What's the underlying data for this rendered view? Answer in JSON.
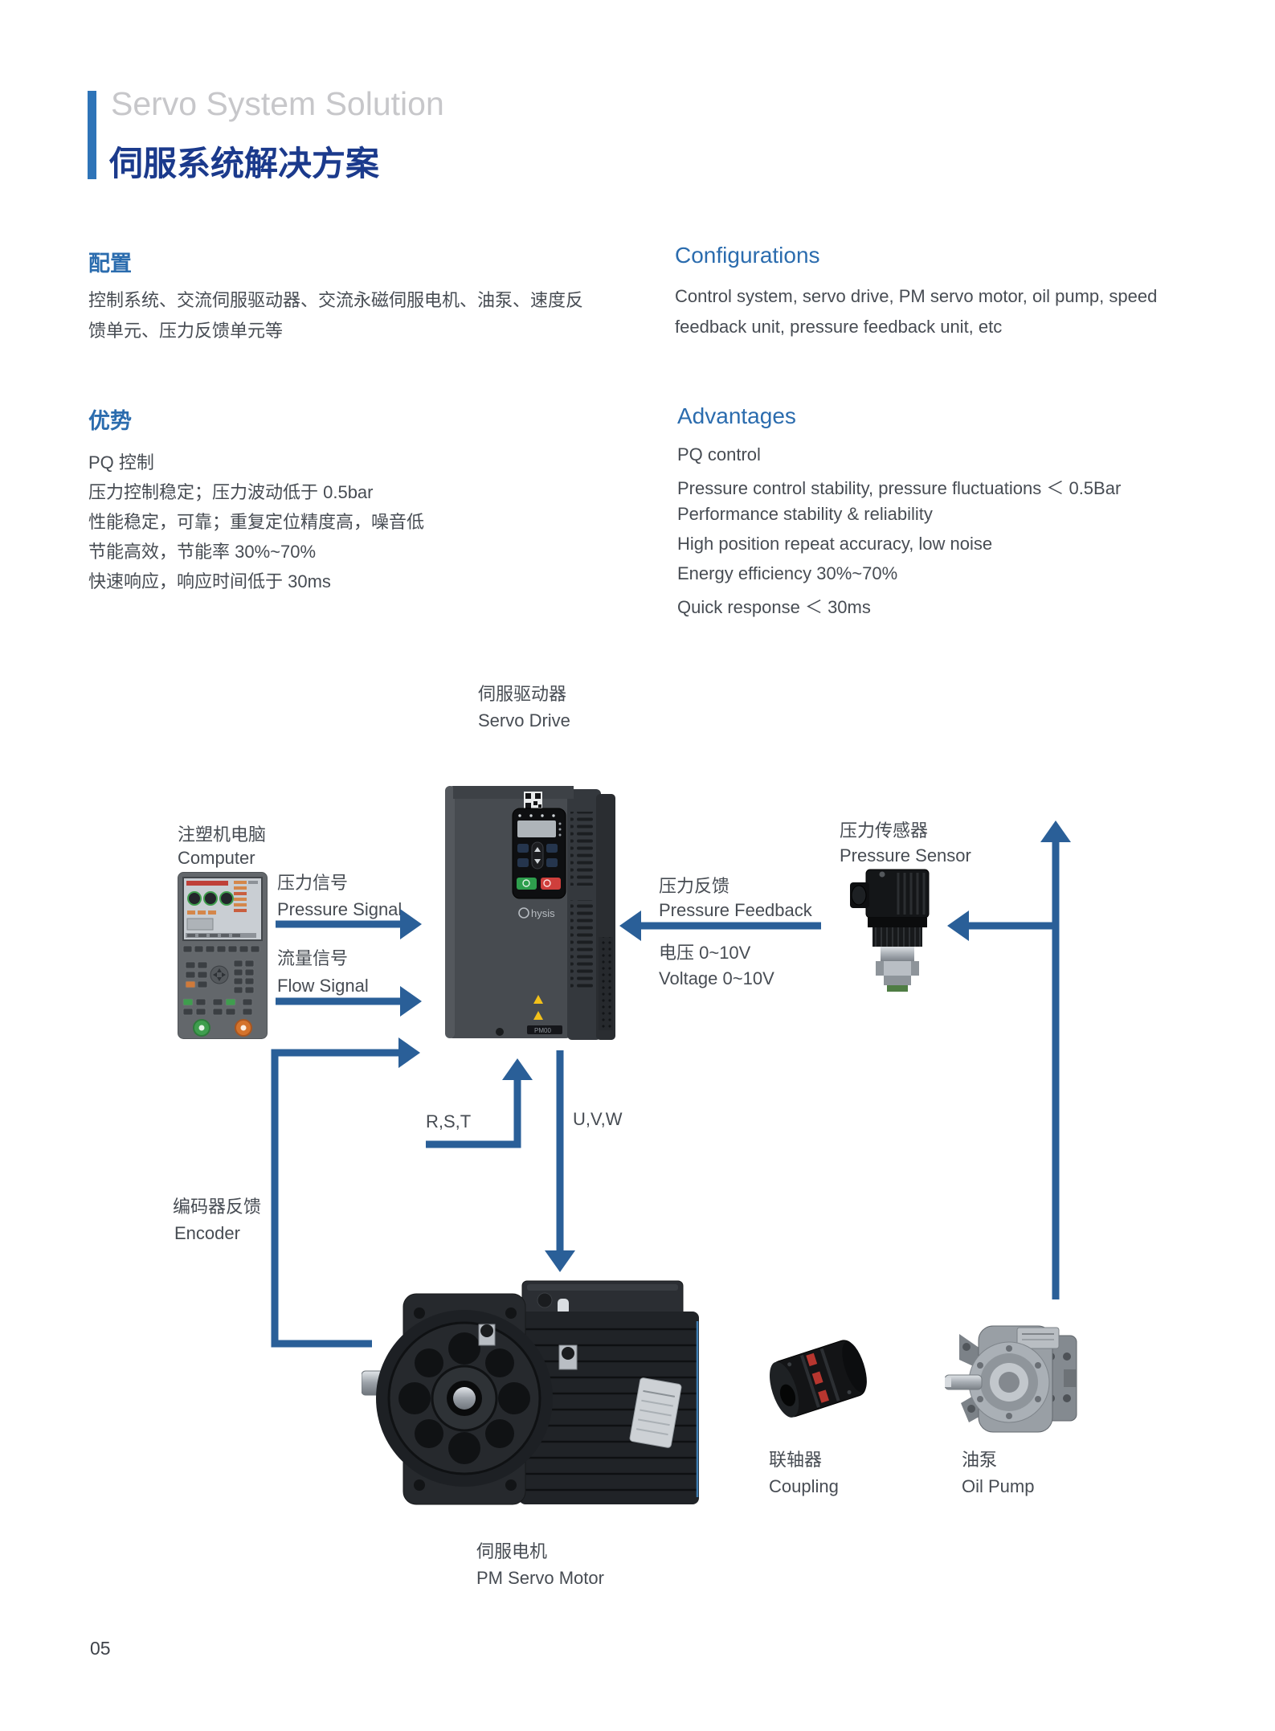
{
  "page": {
    "title_en": "Servo System Solution",
    "title_zh": "伺服系统解决方案",
    "page_number": "05"
  },
  "config_zh": {
    "heading": "配置",
    "line1": "控制系统、交流伺服驱动器、交流永磁伺服电机、油泵、速度反",
    "line2": "馈单元、压力反馈单元等"
  },
  "config_en": {
    "heading": "Configurations",
    "line1": "Control system, servo drive, PM servo motor, oil pump, speed",
    "line2": "feedback unit, pressure feedback unit, etc"
  },
  "adv_zh": {
    "heading": "优势",
    "items": [
      "PQ 控制",
      "压力控制稳定；压力波动低于 0.5bar",
      "性能稳定，可靠；重复定位精度高，噪音低",
      "节能高效，节能率 30%~70%",
      "快速响应，响应时间低于 30ms"
    ]
  },
  "adv_en": {
    "heading": "Advantages",
    "items": [
      "PQ control",
      "Pressure control stability, pressure fluctuations ＜ 0.5Bar",
      "Performance stability & reliability",
      "High position repeat accuracy, low noise",
      "Energy efficiency 30%~70%",
      "Quick response ＜ 30ms"
    ]
  },
  "diagram": {
    "servo_drive_zh": "伺服驱动器",
    "servo_drive_en": "Servo Drive",
    "computer_zh": "注塑机电脑",
    "computer_en": "Computer",
    "pressure_signal_zh": "压力信号",
    "pressure_signal_en": "Pressure Signal",
    "flow_signal_zh": "流量信号",
    "flow_signal_en": "Flow Signal",
    "pressure_feedback_zh": "压力反馈",
    "pressure_feedback_en": "Pressure Feedback",
    "voltage_zh": "电压 0~10V",
    "voltage_en": "Voltage 0~10V",
    "pressure_sensor_zh": "压力传感器",
    "pressure_sensor_en": "Pressure Sensor",
    "rst": "R,S,T",
    "uvw": "U,V,W",
    "encoder_zh": "编码器反馈",
    "encoder_en": "Encoder",
    "motor_zh": "伺服电机",
    "motor_en": "PM Servo Motor",
    "coupling_zh": "联轴器",
    "coupling_en": "Coupling",
    "oil_pump_zh": "油泵",
    "oil_pump_en": "Oil Pump",
    "drive_logo": "hysis",
    "drive_model": "PM00"
  },
  "colors": {
    "accent_bar": "#2e74b8",
    "heading_blue": "#2b6cae",
    "title_navy": "#1b3a8c",
    "title_gray": "#c7c7ca",
    "arrow_blue": "#2a5f98",
    "body_text": "#474c53"
  }
}
